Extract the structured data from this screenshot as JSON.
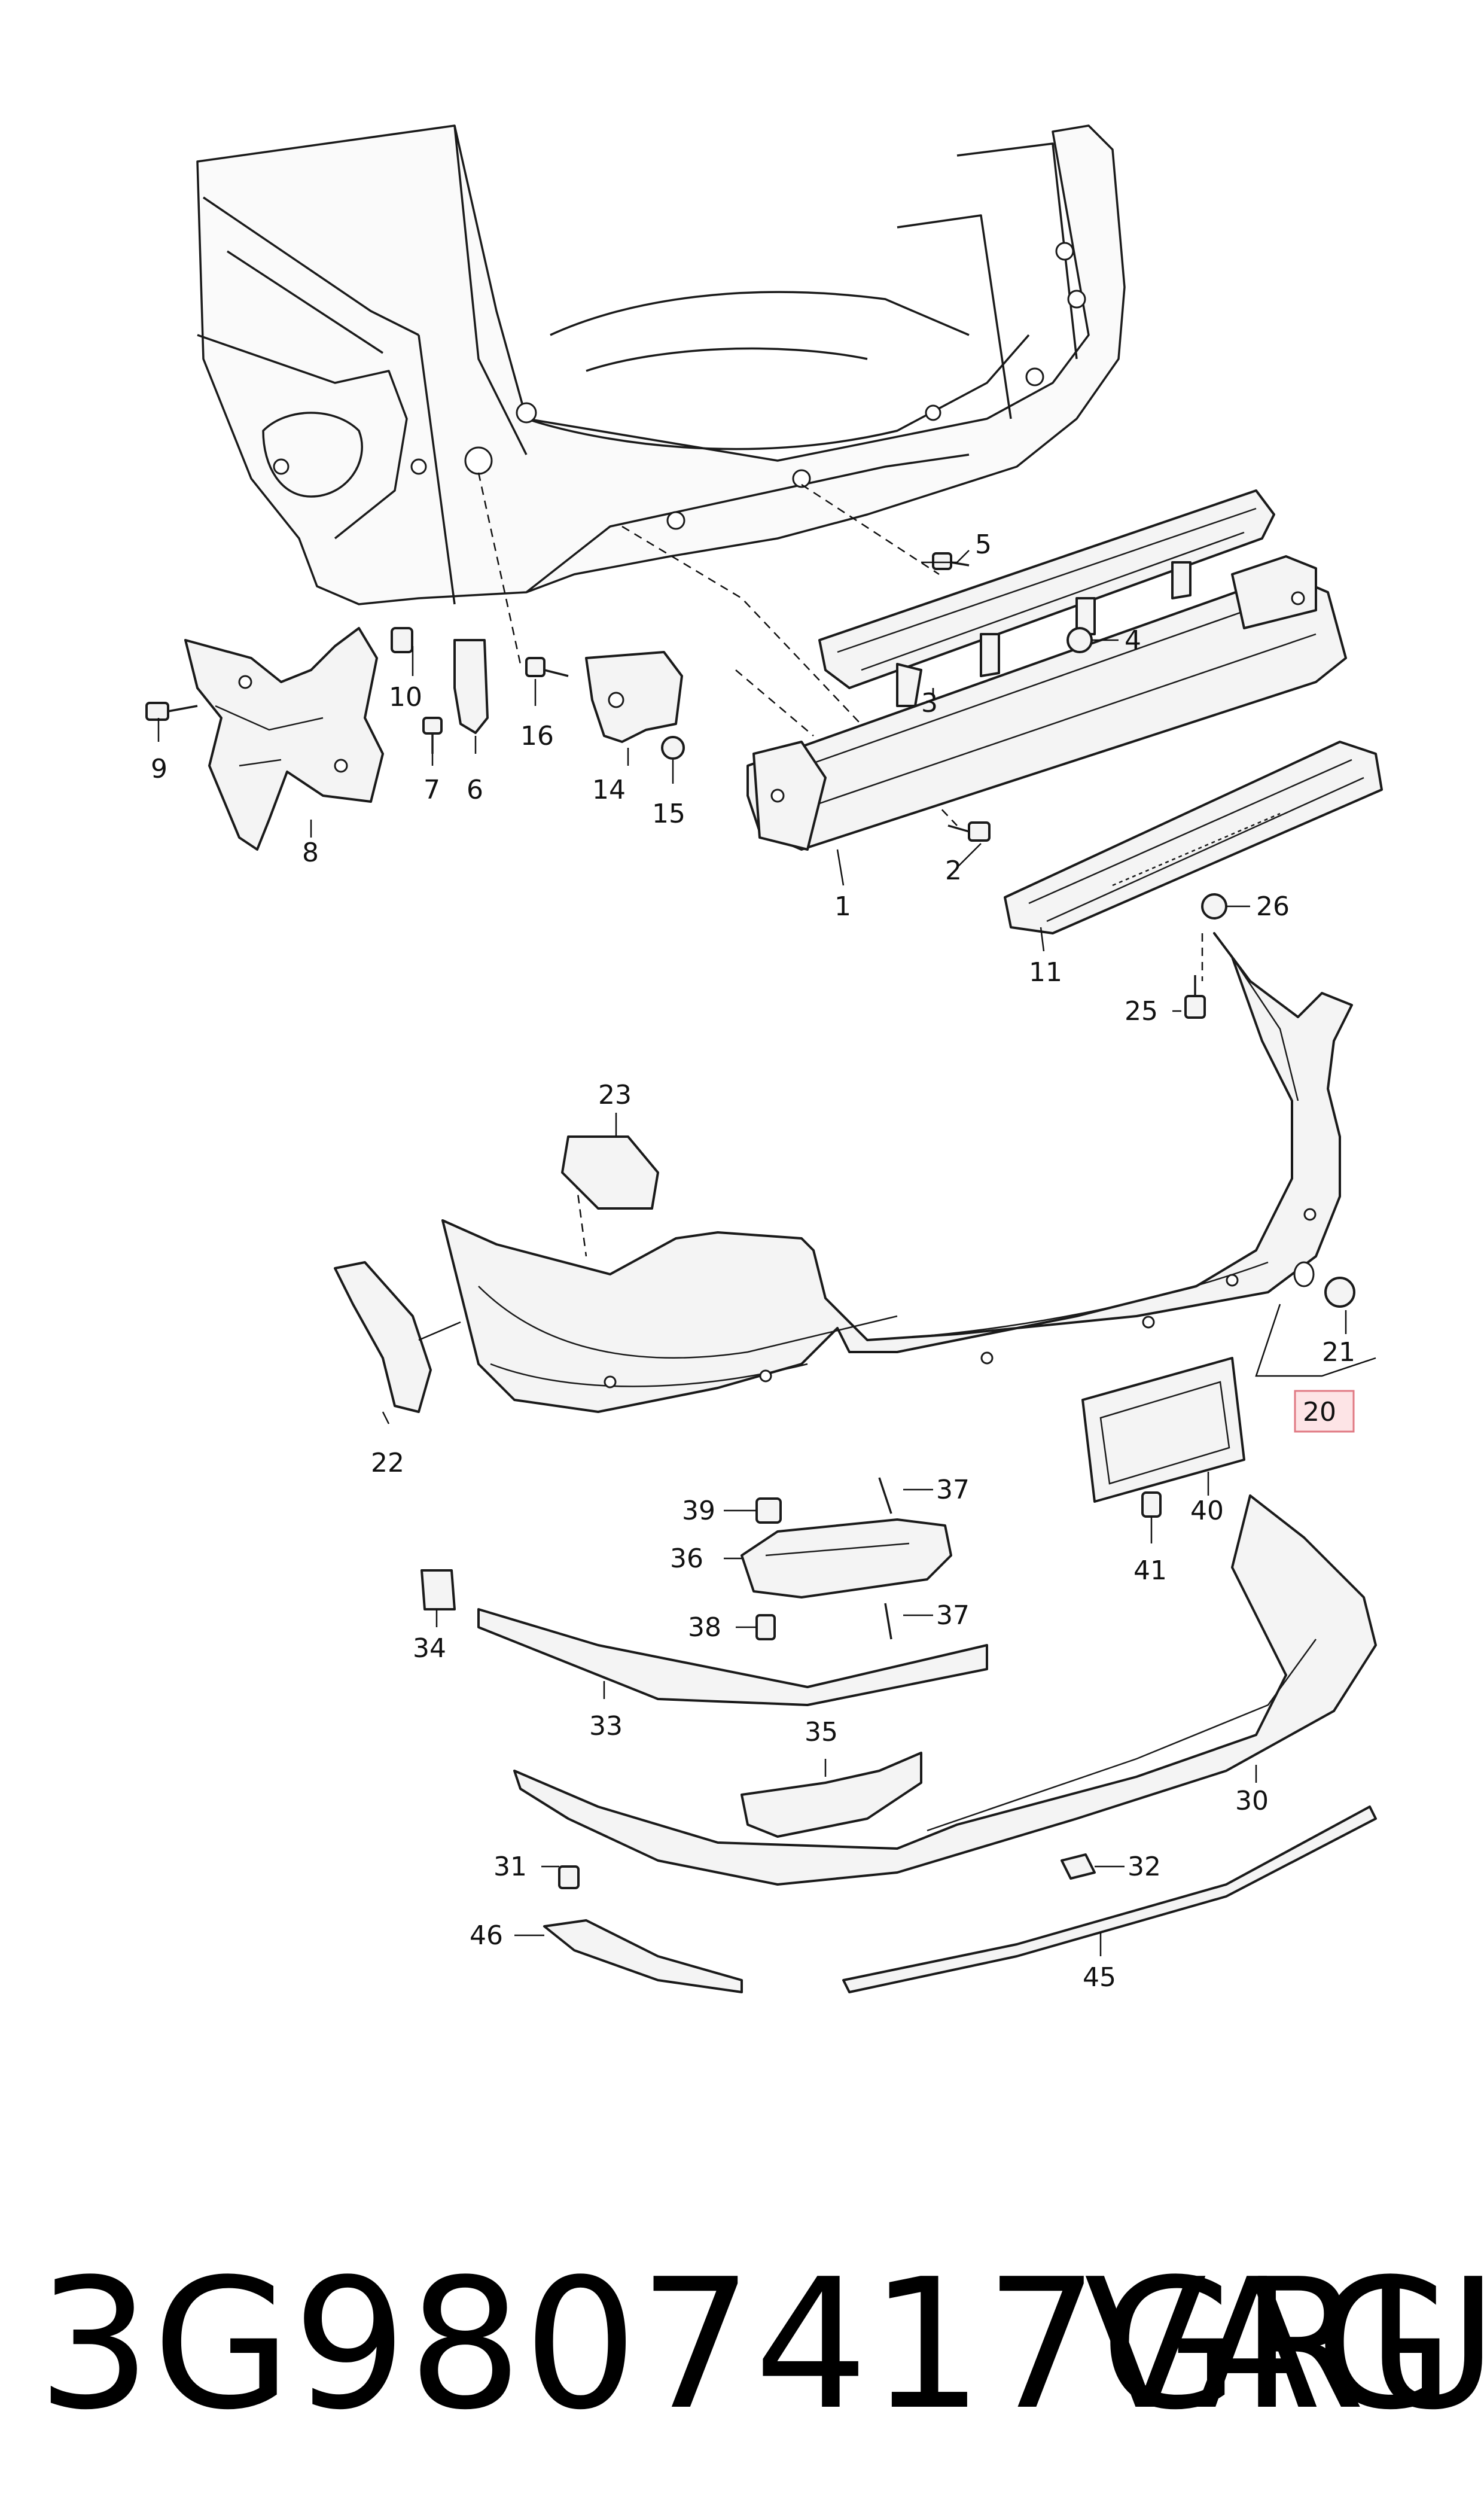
{
  "footer": {
    "part_number": "3G9807417GRU",
    "brand": "VAG"
  },
  "callouts": {
    "c1": "1",
    "c2": "2",
    "c3": "3",
    "c4": "4",
    "c5": "5",
    "c6": "6",
    "c7": "7",
    "c8": "8",
    "c9": "9",
    "c10": "10",
    "c11": "11",
    "c14": "14",
    "c15": "15",
    "c16": "16",
    "c20": "20",
    "c21": "21",
    "c22": "22",
    "c23": "23",
    "c25": "25",
    "c26": "26",
    "c30": "30",
    "c31": "31",
    "c32": "32",
    "c33": "33",
    "c34": "34",
    "c35": "35",
    "c36": "36",
    "c37a": "37",
    "c37b": "37",
    "c38": "38",
    "c39": "39",
    "c40": "40",
    "c41": "41",
    "c45": "45",
    "c46": "46"
  },
  "highlighted_callout": "20",
  "colors": {
    "line": "#1a1a1a",
    "highlight_fill": "#fde4e6",
    "highlight_border": "#e07a84"
  }
}
